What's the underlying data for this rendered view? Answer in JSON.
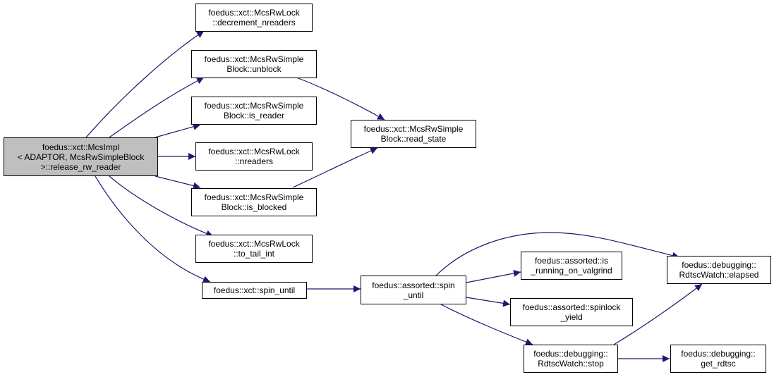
{
  "colors": {
    "edge": "#191970",
    "node_border": "#000000",
    "root_fill": "#bfbfbf",
    "node_fill": "#ffffff"
  },
  "nodes": {
    "root": {
      "lines": [
        "foedus::xct::McsImpl",
        "< ADAPTOR, McsRwSimpleBlock",
        ">::release_rw_reader"
      ]
    },
    "decrement_nreaders": {
      "lines": [
        "foedus::xct::McsRwLock",
        "::decrement_nreaders"
      ]
    },
    "unblock": {
      "lines": [
        "foedus::xct::McsRwSimple",
        "Block::unblock"
      ]
    },
    "is_reader": {
      "lines": [
        "foedus::xct::McsRwSimple",
        "Block::is_reader"
      ]
    },
    "nreaders": {
      "lines": [
        "foedus::xct::McsRwLock",
        "::nreaders"
      ]
    },
    "is_blocked": {
      "lines": [
        "foedus::xct::McsRwSimple",
        "Block::is_blocked"
      ]
    },
    "to_tail_int": {
      "lines": [
        "foedus::xct::McsRwLock",
        "::to_tail_int"
      ]
    },
    "xct_spin_until": {
      "lines": [
        "foedus::xct::spin_until"
      ]
    },
    "read_state": {
      "lines": [
        "foedus::xct::McsRwSimple",
        "Block::read_state"
      ]
    },
    "assorted_spin_until": {
      "lines": [
        "foedus::assorted::spin",
        "_until"
      ]
    },
    "is_running_on_valgrind": {
      "lines": [
        "foedus::assorted::is",
        "_running_on_valgrind"
      ]
    },
    "spinlock_yield": {
      "lines": [
        "foedus::assorted::spinlock",
        "_yield"
      ]
    },
    "elapsed": {
      "lines": [
        "foedus::debugging::",
        "RdtscWatch::elapsed"
      ]
    },
    "stop": {
      "lines": [
        "foedus::debugging::",
        "RdtscWatch::stop"
      ]
    },
    "get_rdtsc": {
      "lines": [
        "foedus::debugging::",
        "get_rdtsc"
      ]
    }
  }
}
